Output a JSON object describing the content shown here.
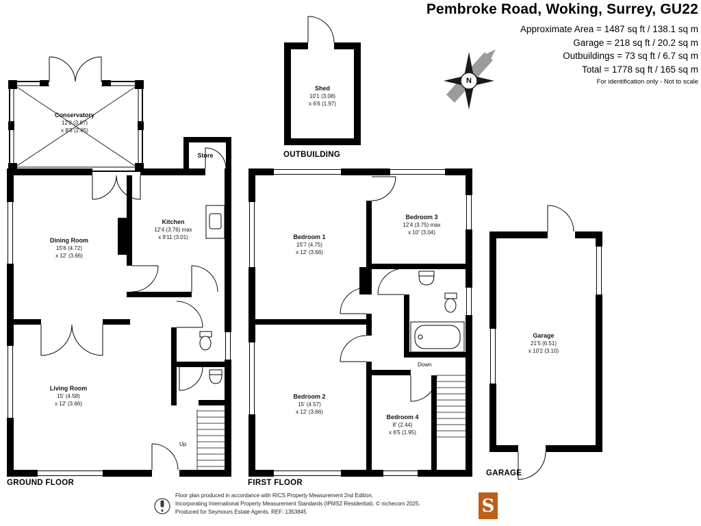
{
  "header": {
    "title": "Pembroke Road, Woking, Surrey, GU22",
    "area_lines": [
      "Approximate Area = 1487 sq ft / 138.1 sq m",
      "Garage = 218 sq ft / 20.2 sq m",
      "Outbuildings = 73 sq ft / 6.7 sq m",
      "Total = 1778 sq ft / 165 sq m"
    ],
    "disclaimer": "For identification only - Not to scale"
  },
  "compass": {
    "north_label": "N"
  },
  "floors": {
    "ground": {
      "caption": "GROUND FLOOR"
    },
    "first": {
      "caption": "FIRST FLOOR"
    },
    "garage": {
      "caption": "GARAGE"
    },
    "outbuilding": {
      "caption": "OUTBUILDING"
    }
  },
  "rooms": {
    "conservatory": {
      "name": "Conservatory",
      "dims1": "12'8 (3.87)",
      "dims2": "x 8'8 (2.65)"
    },
    "dining_room": {
      "name": "Dining Room",
      "dims1": "15'6 (4.72)",
      "dims2": "x 12' (3.66)"
    },
    "kitchen": {
      "name": "Kitchen",
      "dims1": "12'4 (3.76) max",
      "dims2": "x 9'11 (3.01)"
    },
    "store": {
      "name": "Store"
    },
    "living_room": {
      "name": "Living Room",
      "dims1": "15' (4.58)",
      "dims2": "x 12' (3.66)"
    },
    "shed": {
      "name": "Shed",
      "dims1": "10'1 (3.08)",
      "dims2": "x 6'6 (1.97)"
    },
    "bedroom1": {
      "name": "Bedroom 1",
      "dims1": "15'7 (4.75)",
      "dims2": "x 12' (3.66)"
    },
    "bedroom2": {
      "name": "Bedroom 2",
      "dims1": "15' (4.57)",
      "dims2": "x 12' (3.66)"
    },
    "bedroom3": {
      "name": "Bedroom 3",
      "dims1": "12'4 (3.75) max",
      "dims2": "x 10' (3.04)"
    },
    "bedroom4": {
      "name": "Bedroom 4",
      "dims1": "8' (2.44)",
      "dims2": "x 6'5 (1.95)"
    },
    "garage": {
      "name": "Garage",
      "dims1": "21'5 (6.51)",
      "dims2": "x 10'2 (3.10)"
    }
  },
  "stairs": {
    "up": "Up",
    "down": "Down"
  },
  "footer": {
    "line1": "Floor plan produced in accordance with RICS Property Measurement 2nd Edition,",
    "line2": "Incorporating International Property Measurement Standards (IPMS2 Residential).   © nichecom 2025.",
    "line3": "Produced for Seymours Estate Agents.   REF: 1353845",
    "brand_letter": "S",
    "brand_color": "#bd5f1a"
  }
}
